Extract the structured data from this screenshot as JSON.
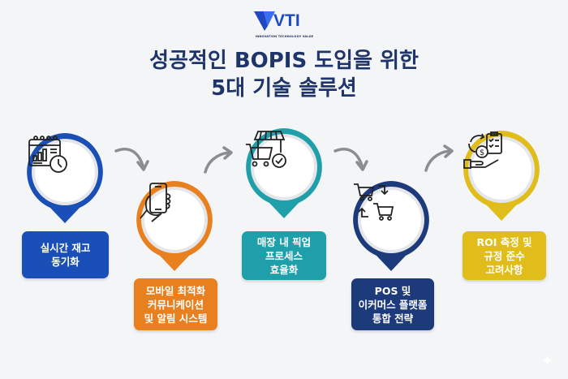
{
  "logo": {
    "text": "VTI",
    "tagline": "INNOVATION TECHNOLOGY VALUE",
    "color": "#1f48c4"
  },
  "title": {
    "line1": "성공적인 BOPIS 도입을 위한",
    "line2": "5대 기술 솔루션",
    "color": "#1f3569"
  },
  "steps": [
    {
      "label_line1": "실시간 재고",
      "label_line2": "동기화",
      "label_line3": "",
      "icon": "calendar-chart-clock-icon",
      "color": "#1a4fb8"
    },
    {
      "label_line1": "모바일 최적화",
      "label_line2": "커뮤니케이션",
      "label_line3": "및 알림 시스템",
      "icon": "hand-smartphone-icon",
      "color": "#e8801f"
    },
    {
      "label_line1": "매장 내 픽업",
      "label_line2": "프로세스",
      "label_line3": "효율화",
      "icon": "store-cart-check-icon",
      "color": "#1f9faa"
    },
    {
      "label_line1": "POS 및",
      "label_line2": "이커머스 플랫폼",
      "label_line3": "통합 전략",
      "icon": "cart-exchange-icon",
      "color": "#1d3a7a"
    },
    {
      "label_line1": "ROI 측정 및",
      "label_line2": "규정 준수",
      "label_line3": "고려사항",
      "icon": "hand-dollar-checklist-icon",
      "color": "#e0bd1a"
    }
  ],
  "arrows": [
    "curved-arrow-down-icon",
    "curved-arrow-up-icon",
    "curved-arrow-down-icon",
    "curved-arrow-up-icon"
  ]
}
